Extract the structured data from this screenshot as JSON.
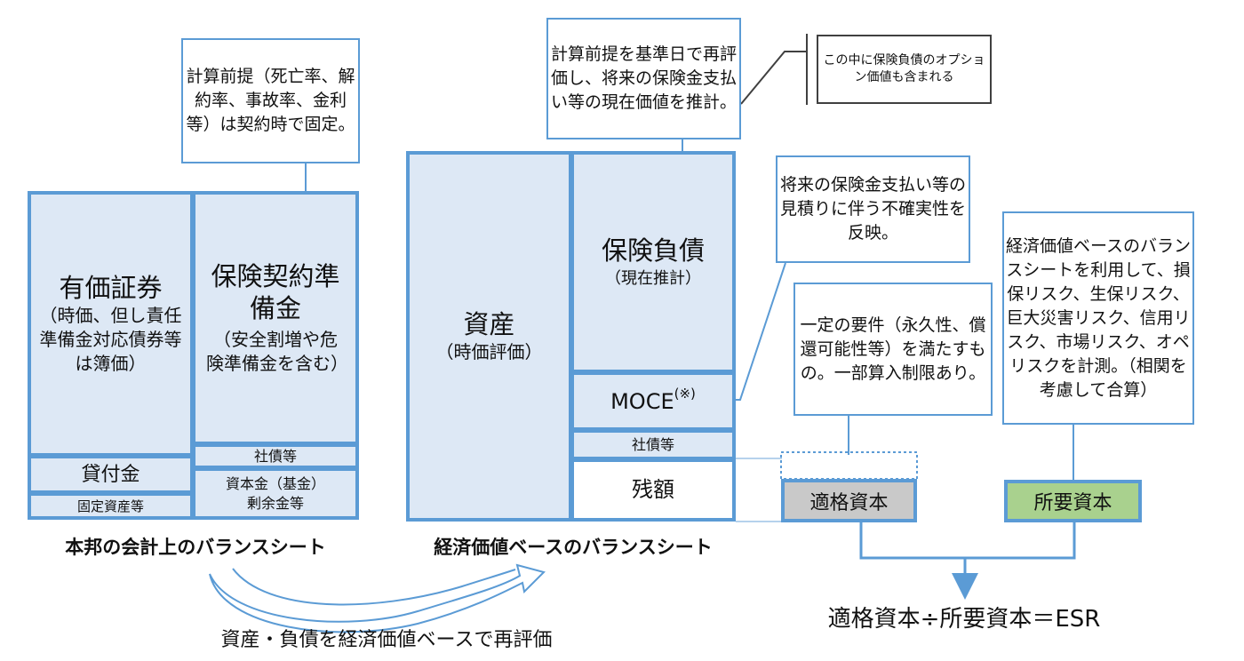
{
  "left_bs": {
    "securities": {
      "title": "有価証券",
      "detail": "（時価、但し責任準備金対応債券等は簿価）"
    },
    "reserves": {
      "title": "保険契約準備金",
      "detail": "（安全割増や危険準備金を含む）"
    },
    "loans": "貸付金",
    "fixed_assets": "固定資産等",
    "bonds": "社債等",
    "capital": "資本金（基金）剰余金等",
    "caption": "本邦の会計上のバランスシート",
    "note": "計算前提（死亡率、解約率、事故率、金利等）は契約時で固定。"
  },
  "right_bs": {
    "assets": {
      "title": "資産",
      "detail": "（時価評価）"
    },
    "liabilities": {
      "title": "保険負債",
      "detail": "（現在推計）"
    },
    "moce": {
      "text": "MOCE",
      "sup": "(※)"
    },
    "bonds": "社債等",
    "residual": "残額",
    "caption": "経済価値ベースのバランスシート",
    "note_top": "計算前提を基準日で再評価し、将来の保険金支払い等の現在価値を推計。",
    "note_option": "この中に保険負債のオプション価値も含まれる",
    "note_moce": "将来の保険金支払い等の見積りに伴う不確実性を反映。"
  },
  "capital": {
    "eligible": "適格資本",
    "required": "所要資本",
    "eligible_note": "一定の要件（永久性、償還可能性等）を満たすもの。一部算入制限あり。",
    "required_note": "経済価値ベースのバランスシートを利用して、損保リスク、生保リスク、巨大災害リスク、信用リスク、市場リスク、オペリスクを計測。（相関を考慮して合算）",
    "formula": "適格資本÷所要資本＝ESR"
  },
  "arrow_caption": "資産・負債を経済価値ベースで再評価",
  "colors": {
    "border": "#5b9bd5",
    "fill": "#dde8f5",
    "eligible_fill": "#c9c9c9",
    "required_fill": "#a9d18e"
  }
}
